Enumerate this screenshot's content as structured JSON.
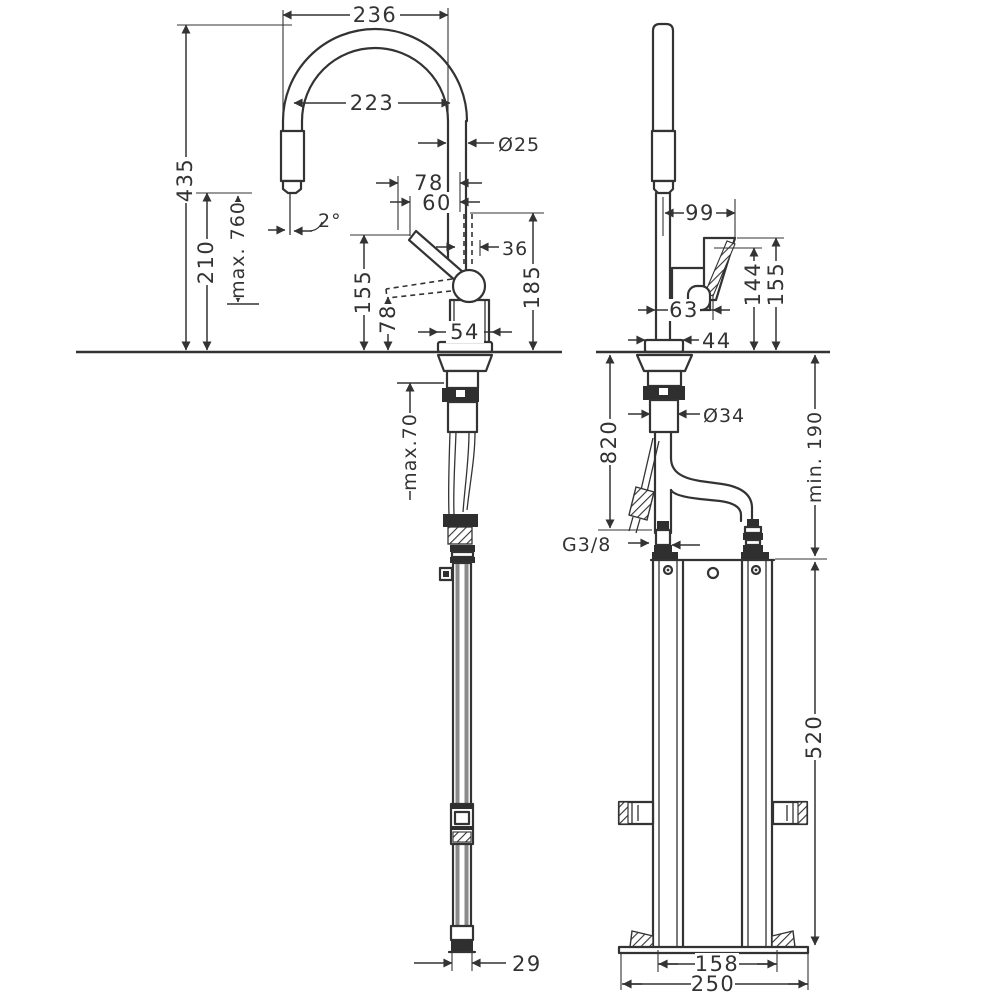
{
  "colors": {
    "line": "#333333",
    "background": "#ffffff"
  },
  "dimensions": {
    "front": {
      "w236": "236",
      "w223": "223",
      "dia25": "Ø25",
      "h435": "435",
      "h210": "210",
      "max760": "max. 760",
      "angle2": "2°",
      "w78": "78",
      "w60": "60",
      "w36": "36",
      "h185": "185",
      "h155": "155",
      "h78": "78",
      "w54": "54",
      "max70": "max.70",
      "w29": "29"
    },
    "side": {
      "w99": "99",
      "h144": "144",
      "h155": "155",
      "w63": "63",
      "w44": "44",
      "dia34": "Ø34",
      "h820": "820",
      "g38": "G3/8",
      "min190": "min. 190",
      "h520": "520",
      "w158": "158",
      "w250": "250"
    }
  }
}
